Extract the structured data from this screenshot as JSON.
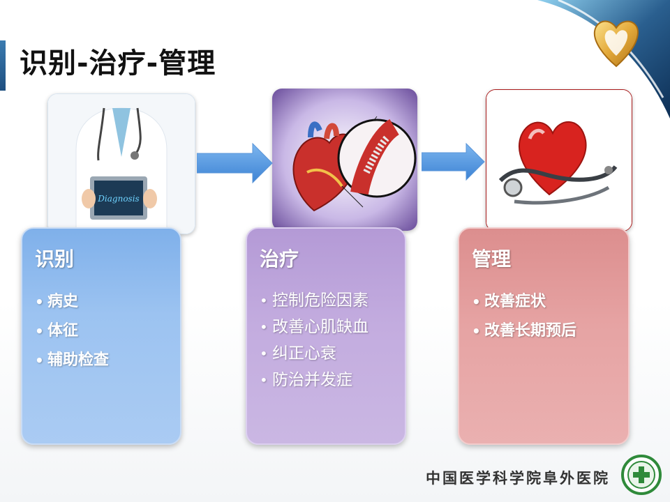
{
  "slide": {
    "title": "识别-治疗-管理",
    "footer_text": "中国医学科学院阜外医院"
  },
  "images": {
    "diagnosis_screen_text": "Diagnosis"
  },
  "cards": [
    {
      "title": "识别",
      "items": [
        "病史",
        "体征",
        "辅助检查"
      ]
    },
    {
      "title": "治疗",
      "items": [
        "控制危险因素",
        "改善心肌缺血",
        "纠正心衰",
        "防治并发症"
      ]
    },
    {
      "title": "管理",
      "items": [
        "改善症状",
        "改善长期预后"
      ]
    }
  ],
  "colors": {
    "blue_card": "#9cc3f1",
    "purple_card": "#c3acdf",
    "pink_card": "#e6a3a3",
    "arrow": "#5d9de0"
  }
}
